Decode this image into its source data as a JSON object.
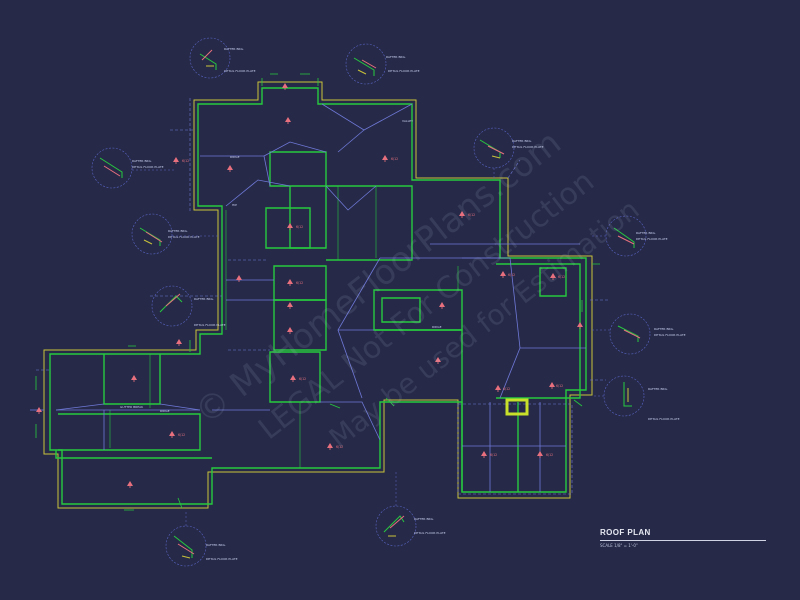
{
  "title_block": {
    "title": "ROOF PLAN",
    "scale": "SCALE 1/8\" = 1'-0\""
  },
  "watermark": {
    "lines": [
      "© MyHomeFloorPlans.com",
      "LEGAL Not For Construction",
      "May be used for Estimation"
    ]
  },
  "labels": {
    "ridge": "RIDGE",
    "valley": "VALLEY",
    "hip": "HIP",
    "gutter_section": "GUTTER BREAK",
    "detail_main": "RAFTER BRG.",
    "detail_sub": "DETAIL FLOOR PLATE"
  },
  "colors": {
    "background": "#262a48",
    "wall_green": "#27c93f",
    "fascia_yellow": "#c9c23a",
    "ridge_blue": "#6f78d8",
    "slope_red": "#e0707c",
    "chimney_yellow": "#c8e02a"
  }
}
